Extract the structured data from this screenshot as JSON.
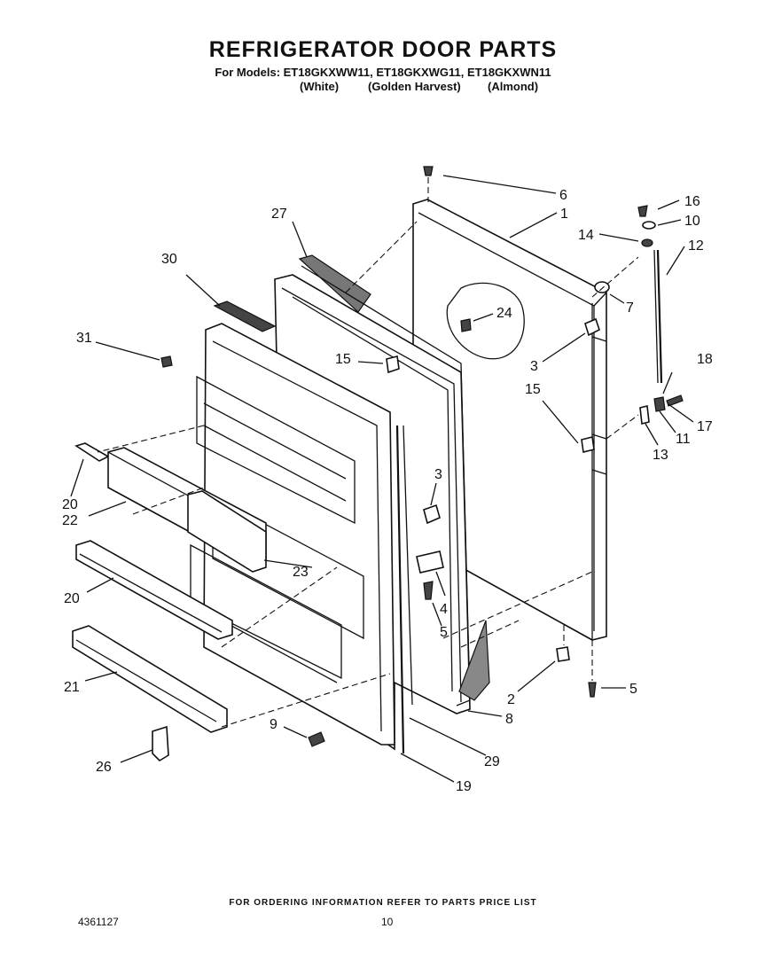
{
  "header": {
    "title": "REFRIGERATOR DOOR PARTS",
    "models": "For Models: ET18GKXWW11, ET18GKXWG11, ET18GKXWN11",
    "colors": [
      "(White)",
      "(Golden Harvest)",
      "(Almond)"
    ]
  },
  "callouts": {
    "c1": "1",
    "c2": "2",
    "c3a": "3",
    "c3b": "3",
    "c4": "4",
    "c5a": "5",
    "c5b": "5",
    "c6": "6",
    "c7": "7",
    "c8": "8",
    "c9": "9",
    "c10": "10",
    "c11": "11",
    "c12": "12",
    "c13": "13",
    "c14": "14",
    "c15a": "15",
    "c15b": "15",
    "c16": "16",
    "c17": "17",
    "c18": "18",
    "c19": "19",
    "c20a": "20",
    "c20b": "20",
    "c21": "21",
    "c22": "22",
    "c23": "23",
    "c24": "24",
    "c26": "26",
    "c27": "27",
    "c29": "29",
    "c30": "30",
    "c31": "31"
  },
  "footer": {
    "ordering_note": "FOR ORDERING INFORMATION REFER TO PARTS PRICE LIST",
    "document_number": "4361127",
    "page_number": "10"
  }
}
